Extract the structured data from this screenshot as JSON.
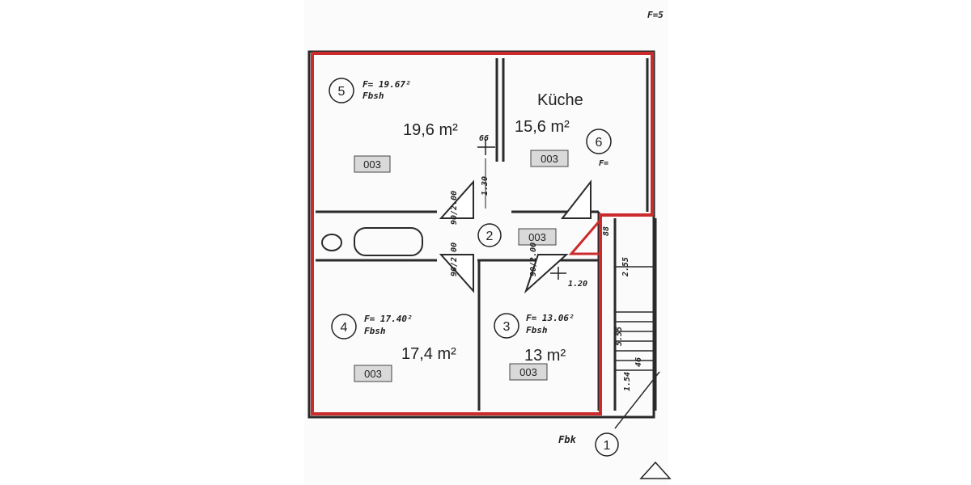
{
  "rooms": {
    "room5": {
      "num": "5",
      "f": "F= 19.67²",
      "floor": "Fbsh",
      "area": "19,6 m²",
      "code": "003"
    },
    "room6": {
      "name": "Küche",
      "num": "6",
      "f": "F=",
      "area": "15,6 m²",
      "code": "003"
    },
    "room2": {
      "num": "2",
      "code": "003"
    },
    "room4": {
      "num": "4",
      "f": "F= 17.40²",
      "floor": "Fbsh",
      "area": "17,4 m²",
      "code": "003"
    },
    "room3": {
      "num": "3",
      "f": "F= 13.06²",
      "floor": "Fbsh",
      "area": "13 m²",
      "code": "003"
    },
    "stair": {
      "num": "1",
      "floor": "Fbk"
    }
  },
  "dims": {
    "d66": "66",
    "d130": "1.30",
    "door_upper": "90/2.00",
    "door_left": "90/2.00",
    "door_right": "90/2.00",
    "d120": "1.20",
    "d88": "88",
    "d255": "2.55",
    "d555": "5.55",
    "d46": "46",
    "d154": "1.54",
    "d_corner": "F=5"
  },
  "colors": {
    "outline": "#cc2b2b",
    "walls": "#2a2a2a",
    "code_bg": "#d9d9d9"
  }
}
